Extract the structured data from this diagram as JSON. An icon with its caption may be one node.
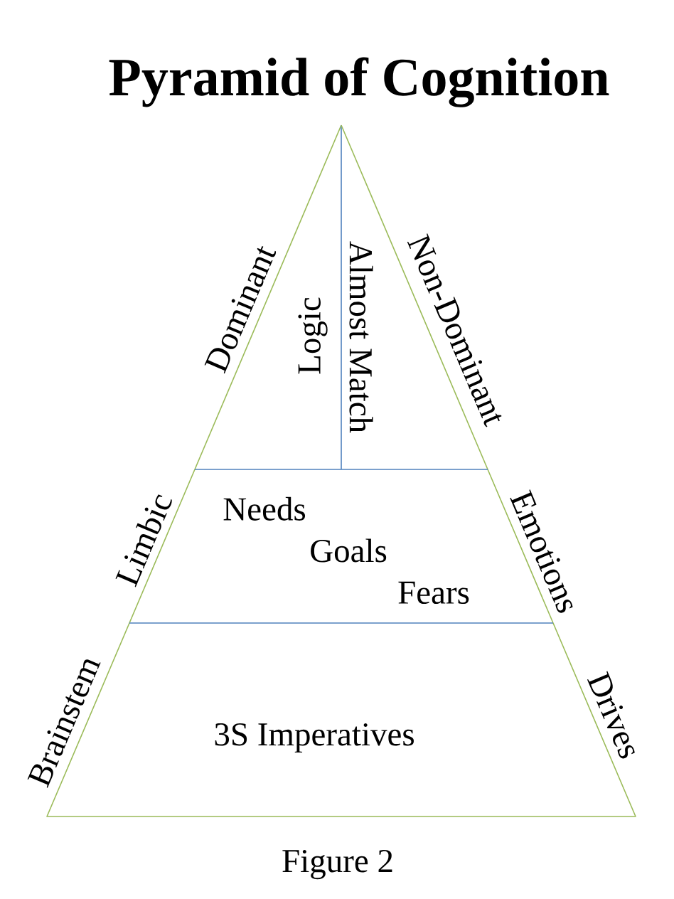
{
  "diagram": {
    "title": "Pyramid of Cognition",
    "caption": "Figure 2",
    "nodes": [
      {
        "text": [
          "Dominant",
          "Logic"
        ]
      },
      {
        "text": [
          "Almost Match",
          "Non-Dominant"
        ]
      },
      {
        "text": [
          "Limbic",
          "Needs",
          "Goals",
          "Fears",
          "Emotions"
        ]
      },
      {
        "text": [
          "Brainstem",
          "3S Imperatives",
          "Drives"
        ]
      }
    ]
  }
}
